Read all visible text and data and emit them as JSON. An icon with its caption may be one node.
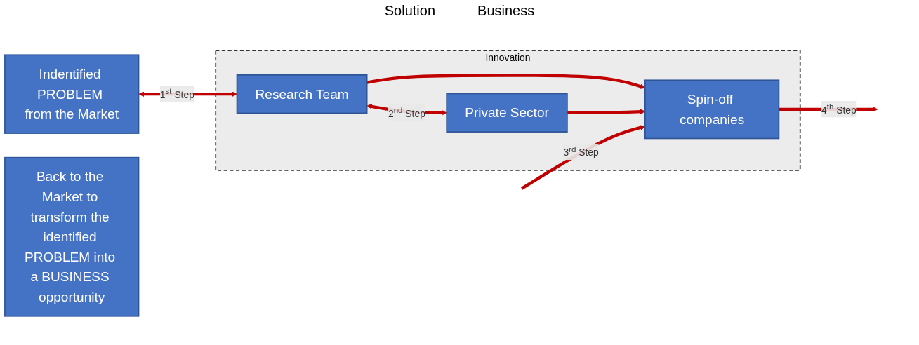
{
  "diagram": {
    "nodes": [
      {
        "text": [
          "Innovation"
        ]
      },
      {
        "text": [
          "Indentified PROBLEM from the Market"
        ]
      },
      {
        "text": [
          "Spin-off companies"
        ],
        "in": 0
      },
      {
        "text": [
          "Research Team"
        ],
        "in": 0
      },
      {
        "text": [
          "Private Sector"
        ],
        "in": 0
      },
      {
        "text": [
          "Back to the Market to transform the identified PROBLEM into a BUSINESS opportunity"
        ]
      }
    ],
    "edges": [
      {
        "from": 1,
        "to": 3,
        "arrow": "both",
        "label": "1$^{st}$ Step"
      },
      {
        "from": 3,
        "to": 4,
        "arrow": "both",
        "label": "2$^{nd}$ Step"
      },
      {
        "from": 3,
        "to": 2,
        "arrow": "to"
      },
      {
        "from": 4,
        "to": 2,
        "arrow": "to"
      },
      {
        "from": null,
        "to": 2,
        "arrow": "to",
        "label": "3$^{rd}$ Step"
      },
      {
        "from": 2,
        "to": null,
        "arrow": "to",
        "label": "4$^{th}$ Step"
      }
    ],
    "labels": [
      "Solution",
      "Business"
    ]
  }
}
